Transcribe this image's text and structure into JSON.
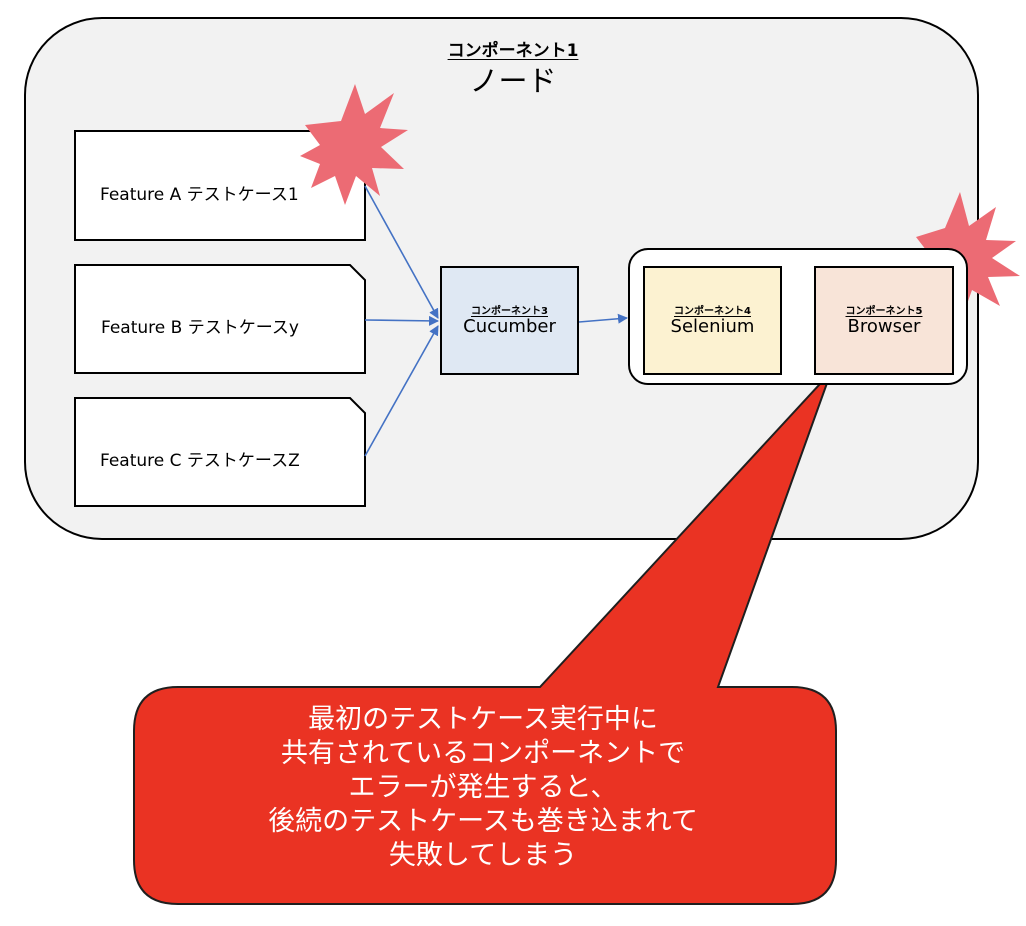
{
  "node": {
    "stereotype": "コンポーネント1",
    "title": "ノード"
  },
  "features": [
    {
      "label": "Feature A テストケース1"
    },
    {
      "label": "Feature B テストケースy"
    },
    {
      "label": "Feature C テストケースZ"
    }
  ],
  "components": {
    "cucumber": {
      "stereotype": "コンポーネント3",
      "name": "Cucumber"
    },
    "selenium": {
      "stereotype": "コンポーネント4",
      "name": "Selenium"
    },
    "browser": {
      "stereotype": "コンポーネント5",
      "name": "Browser"
    }
  },
  "callout": {
    "lines": [
      "最初のテストケース実行中に",
      "共有されているコンポーネントで",
      "エラーが発生すると、",
      "後続のテストケースも巻き込まれて",
      "失敗してしまう"
    ]
  },
  "colors": {
    "node_fill": "#f2f2f2",
    "cucumber_fill": "#dfe8f3",
    "selenium_fill": "#fcf2d1",
    "browser_fill": "#f8e4d8",
    "arrow": "#4472c4",
    "explosion": "#ec6b74",
    "callout": "#ea3323"
  }
}
